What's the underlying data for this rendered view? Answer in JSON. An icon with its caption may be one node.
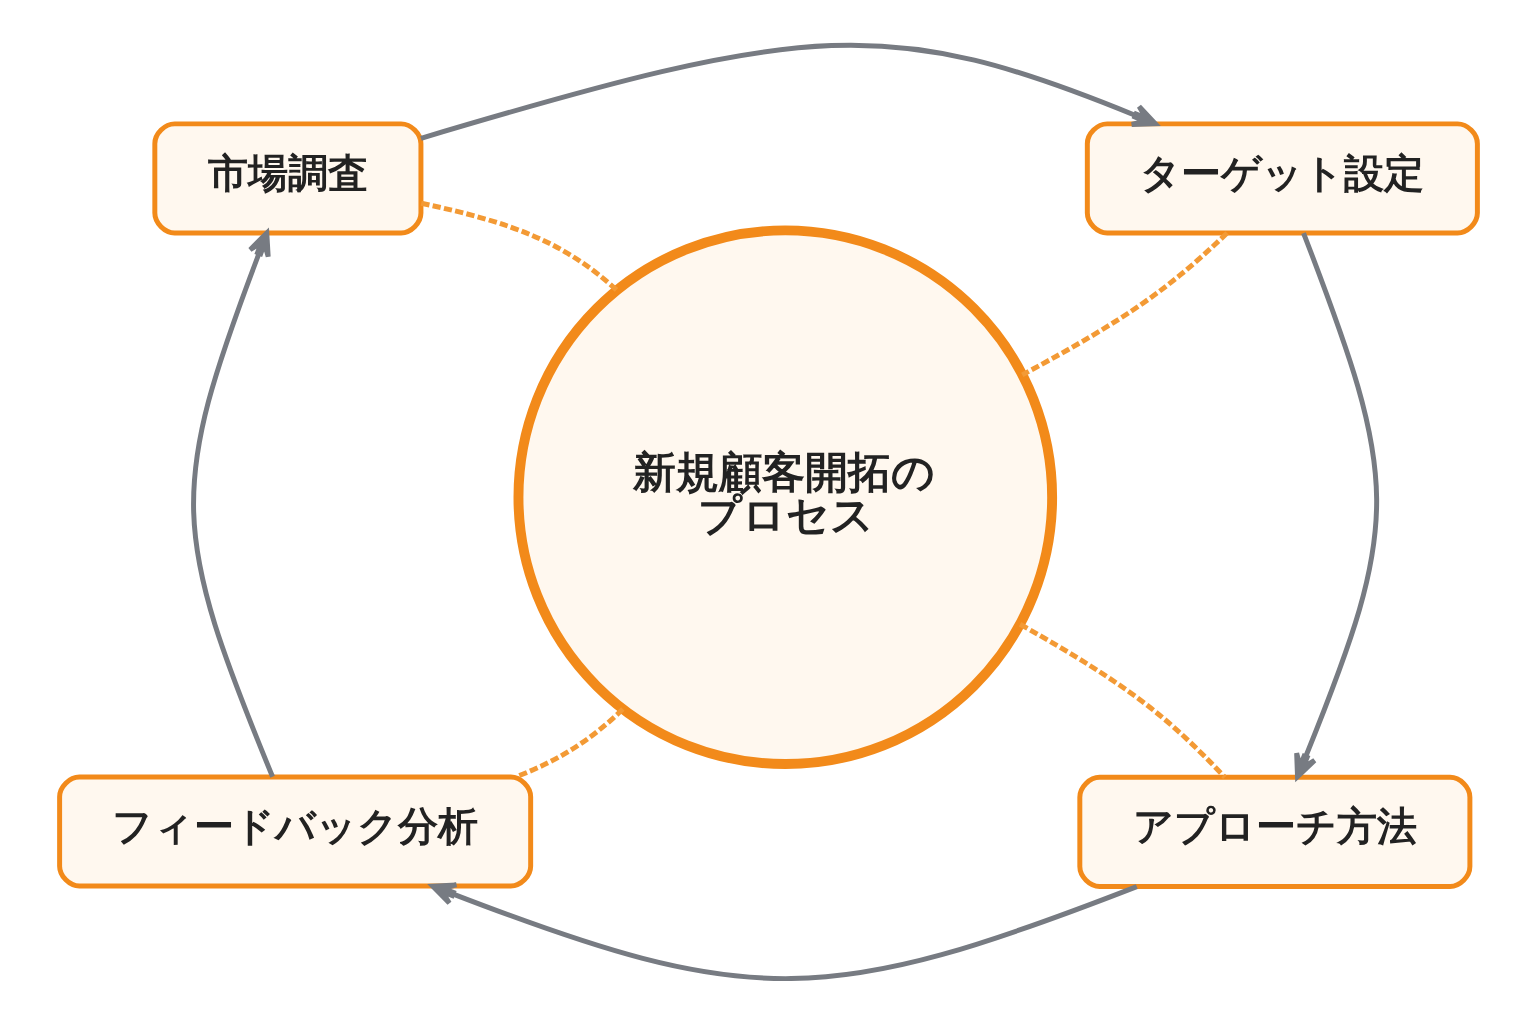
{
  "diagram": {
    "nodes": [
      {
        "text": [
          "市場調査"
        ]
      },
      {
        "text": [
          "ターゲット設定"
        ]
      },
      {
        "text": [
          "新規顧客開拓のプロセス"
        ]
      },
      {
        "text": [
          "フィードバック分析"
        ]
      },
      {
        "text": [
          "アプローチ方法"
        ]
      }
    ],
    "edges": [
      {
        "from": 0,
        "to": 1,
        "arrow": "to"
      },
      {
        "from": 1,
        "to": 4,
        "arrow": "to"
      },
      {
        "from": 4,
        "to": 3,
        "arrow": "to"
      },
      {
        "from": 3,
        "to": 0,
        "arrow": "to"
      },
      {
        "from": 0,
        "to": 2,
        "arrow": "none",
        "style": "dashed",
        "color": "#f39a35"
      },
      {
        "from": 1,
        "to": 2,
        "arrow": "none",
        "style": "dashed",
        "color": "#f39a35"
      },
      {
        "from": 2,
        "to": 3,
        "arrow": "none",
        "style": "dashed",
        "color": "#f39a35"
      },
      {
        "from": 2,
        "to": 4,
        "arrow": "none",
        "style": "dashed",
        "color": "#f39a35"
      }
    ]
  }
}
